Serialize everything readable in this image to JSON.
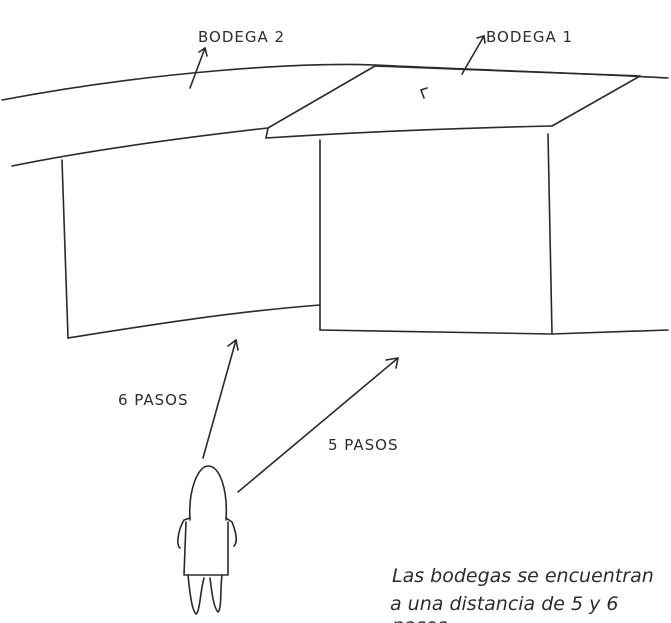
{
  "labels": {
    "bodega_2": "BODEGA 2",
    "bodega_1": "BODEGA 1",
    "pasos_6": "6 PASOS",
    "pasos_5": "5 PASOS"
  },
  "note": {
    "line1": "Las bodegas se encuentran",
    "line2": "a una distancia de 5 y 6",
    "line3": "pasos"
  }
}
